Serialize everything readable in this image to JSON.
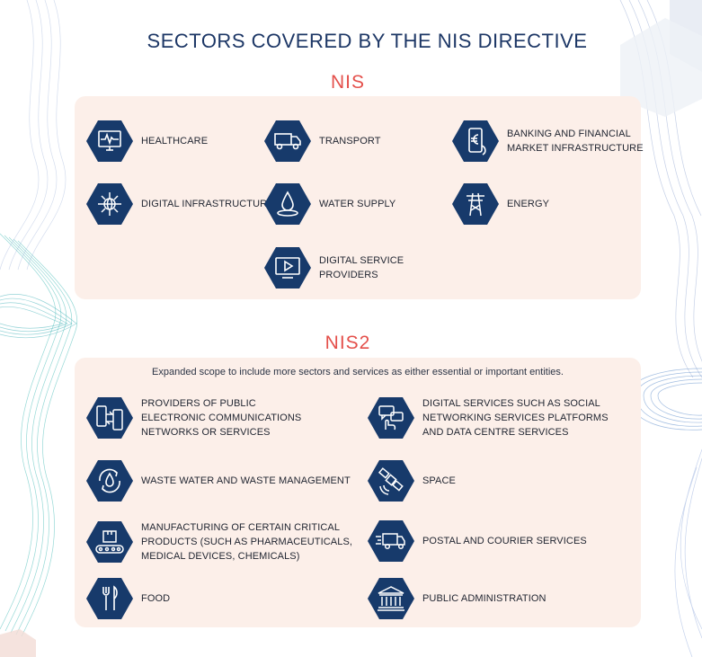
{
  "title": "SECTORS COVERED BY THE NIS DIRECTIVE",
  "nis": {
    "heading": "NIS",
    "items": [
      {
        "label": "HEALTHCARE",
        "icon": "monitor-heartbeat-icon"
      },
      {
        "label": "TRANSPORT",
        "icon": "truck-icon"
      },
      {
        "label": "BANKING AND FINANCIAL\nMARKET INFRASTRUCTURE",
        "icon": "phone-euro-icon"
      },
      {
        "label": "DIGITAL INFRASTRUCTURE",
        "icon": "network-globe-icon"
      },
      {
        "label": "WATER SUPPLY",
        "icon": "water-drop-icon"
      },
      {
        "label": "ENERGY",
        "icon": "power-pylon-icon"
      },
      {
        "label": "DIGITAL SERVICE\nPROVIDERS",
        "icon": "video-monitor-icon"
      }
    ]
  },
  "nis2": {
    "heading": "NIS2",
    "subtitle": "Expanded scope to include more sectors and services as either essential or important entities.",
    "items": [
      {
        "label": "PROVIDERS OF PUBLIC\nELECTRONIC COMMUNICATIONS\nNETWORKS OR SERVICES",
        "icon": "phones-exchange-icon"
      },
      {
        "label": "DIGITAL SERVICES SUCH AS SOCIAL\nNETWORKING SERVICES PLATFORMS\nAND DATA CENTRE SERVICES",
        "icon": "chat-hand-icon"
      },
      {
        "label": "WASTE WATER AND WASTE MANAGEMENT",
        "icon": "recycle-drop-icon"
      },
      {
        "label": "SPACE",
        "icon": "satellite-icon"
      },
      {
        "label": "MANUFACTURING OF CERTAIN CRITICAL\nPRODUCTS (SUCH AS PHARMACEUTICALS,\nMEDICAL DEVICES, CHEMICALS)",
        "icon": "conveyor-box-icon"
      },
      {
        "label": "POSTAL AND COURIER SERVICES",
        "icon": "delivery-truck-icon"
      },
      {
        "label": "FOOD",
        "icon": "fork-knife-icon"
      },
      {
        "label": "PUBLIC ADMINISTRATION",
        "icon": "government-building-icon"
      }
    ]
  },
  "colors": {
    "hex_fill": "#173a6b",
    "accent": "#e4504b",
    "panel": "#fcefe9",
    "title": "#1d3766"
  }
}
